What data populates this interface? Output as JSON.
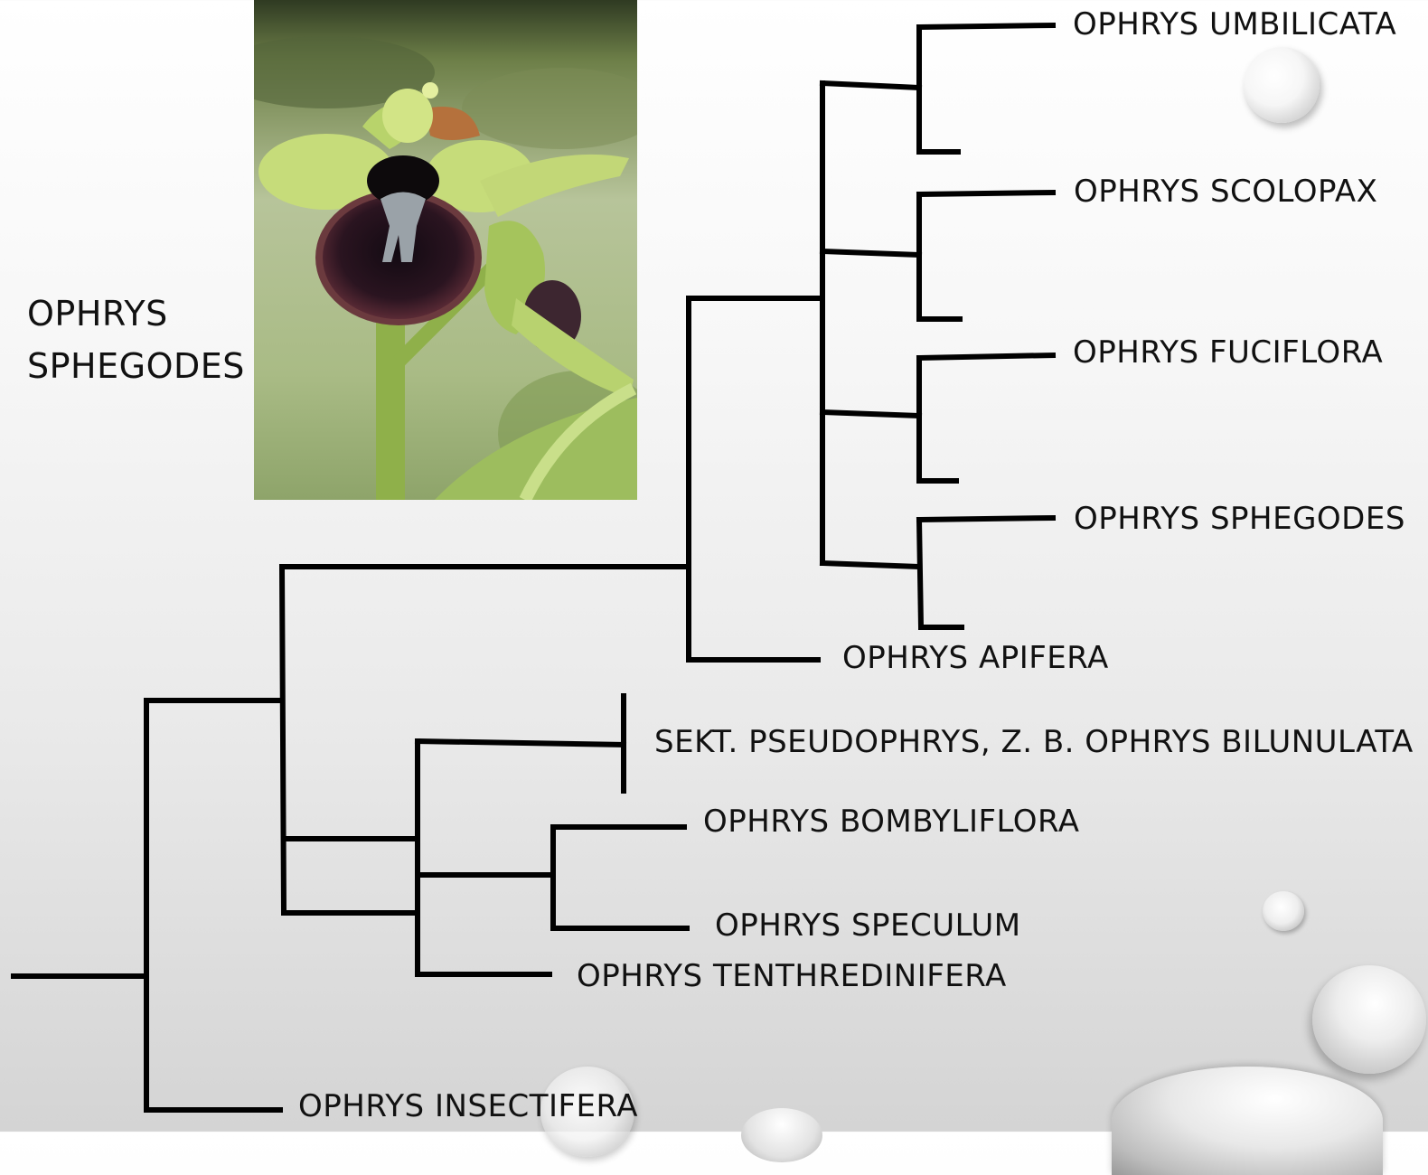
{
  "photo_caption": {
    "line1": "OPHRYS",
    "line2": "SPHEGODES"
  },
  "photo": {
    "subject": "orchid-flower-photo"
  },
  "tree": {
    "taxa": {
      "umbilicata": "OPHRYS UMBILICATA",
      "scolopax": "OPHRYS SCOLOPAX",
      "fuciflora": "OPHRYS FUCIFLORA",
      "sphegodes": "OPHRYS SPHEGODES",
      "apifera": "OPHRYS APIFERA",
      "pseudophrys": "SEKT. PSEUDOPHRYS, Z. B. OPHRYS BILUNULATA",
      "bombyliflora": "OPHRYS BOMBYLIFLORA",
      "speculum": "OPHRYS SPECULUM",
      "tenthredinifera": "OPHRYS TENTHREDINIFERA",
      "insectifera": "OPHRYS INSECTIFERA"
    },
    "line_color": "#000000"
  },
  "background": {
    "style": "light-gray-gradient-with-water-drops"
  }
}
